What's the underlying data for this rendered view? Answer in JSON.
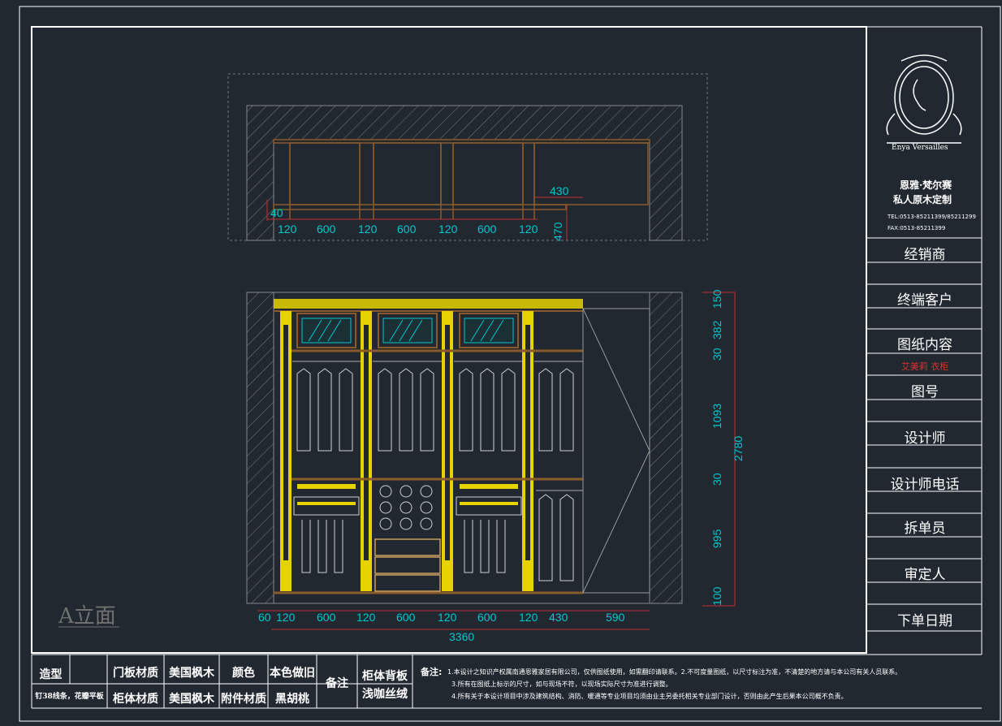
{
  "drawing": {
    "view_label": "A立面",
    "colors": {
      "background": "#212830",
      "cabinet": "#e6d200",
      "wood": "#8a5a2a",
      "dimension": "#00c8d0",
      "frame": "#ffffff",
      "hatch": "#7c7c7c"
    },
    "plan_dims": [
      "40",
      "120",
      "600",
      "120",
      "600",
      "120",
      "600",
      "120",
      "430",
      "470"
    ],
    "elevation_bottom_dims": [
      "60",
      "120",
      "600",
      "120",
      "600",
      "120",
      "600",
      "120",
      "430",
      "590"
    ],
    "elevation_total": "3360",
    "elevation_right_dims": [
      "150",
      "382",
      "30",
      "1093",
      "30",
      "995",
      "100"
    ],
    "elevation_height_total": "2780"
  },
  "title_block": {
    "logo_text": "Enya Versailles",
    "company_name": "恩雅·梵尔赛",
    "company_tagline": "私人原木定制",
    "tel": "TEL:0513-85211399/85211299",
    "fax": "FAX:0513-85211399",
    "fields": [
      "经销商",
      "终端客户",
      "图纸内容",
      "图号",
      "设计师",
      "设计师电话",
      "拆单员",
      "审定人",
      "下单日期"
    ],
    "content_value": "艾美莉 衣柜"
  },
  "bottom_table": {
    "style_label": "造型",
    "style_value": "钉38线条，花瓣平板",
    "door_material_label": "门板材质",
    "door_material_value": "美国枫木",
    "cabinet_material_label": "柜体材质",
    "cabinet_material_value": "美国枫木",
    "color_label": "颜色",
    "color_value": "本色做旧",
    "hardware_label": "附件材质",
    "hardware_value": "黑胡桃",
    "remark_label": "备注",
    "back_panel_label": "柜体背板",
    "back_panel_value": "浅咖丝绒",
    "notes_title": "备注:",
    "note_1": "1.本设计之知识产权属南通恩雅家居有限公司，仅供图纸使用，如需翻印请联系。2.不可度量图纸，以尺寸标注为准，不清楚的地方请与本公司有关人员联系。",
    "note_3": "3.所有在图纸上标示的尺寸，如与现场不符，以现场实际尺寸为准进行调整。",
    "note_4": "4.所有关于本设计项目中涉及建筑结构、消防、暖通等专业项目均须由业主另委托相关专业部门设计，否则由此产生后果本公司概不负责。"
  }
}
